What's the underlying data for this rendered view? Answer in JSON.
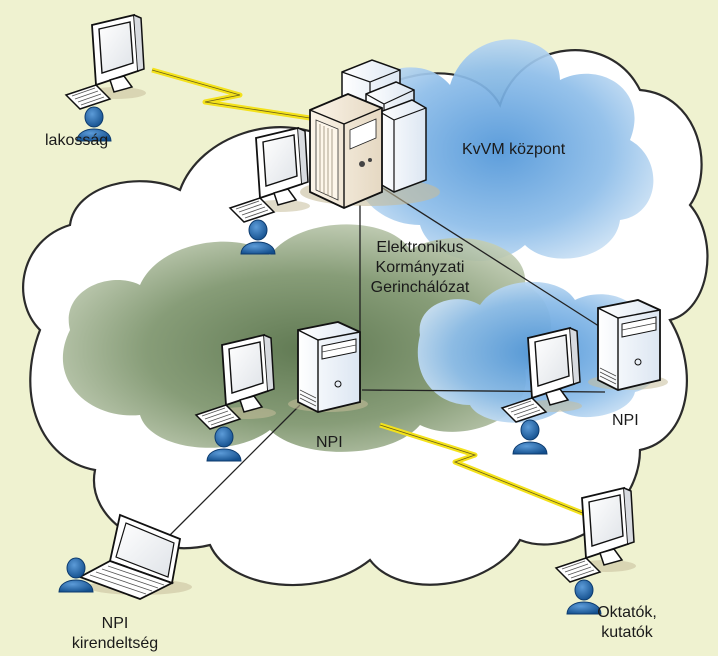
{
  "labels": {
    "lakossag": "lakosság",
    "kvvm": "KvVM központ",
    "network_line1": "Elektronikus",
    "network_line2": "Kormányzati",
    "network_line3": "Gerinchálózat",
    "npi_center": "NPI",
    "npi_right": "NPI",
    "kirendeltseg_line1": "NPI",
    "kirendeltseg_line2": "kirendeltség",
    "oktatok_line1": "Oktatók,",
    "oktatok_line2": "kutatók"
  },
  "colors": {
    "background": "#eff2d0",
    "cloud_outer": "#ffffff",
    "cloud_green": "#6e8a5c",
    "cloud_blue": "#7fb2e5",
    "wireless_link": "#f6e61a",
    "wired_link": "#222222",
    "user_icon": "#1d66ad",
    "server_body": "#f4ead8"
  }
}
